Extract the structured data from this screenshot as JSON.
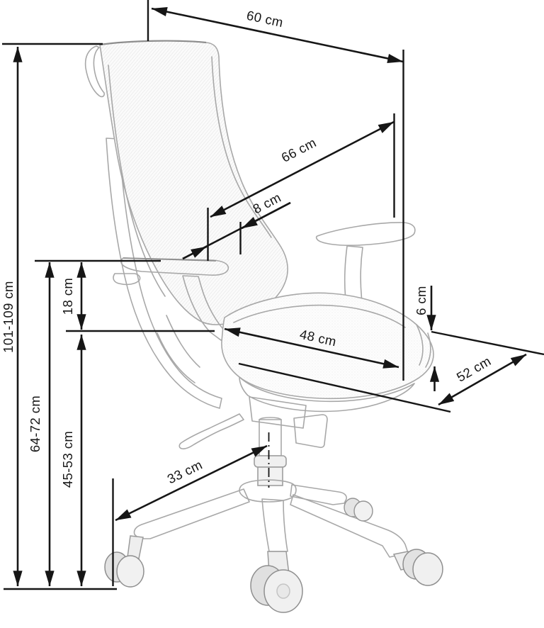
{
  "page": {
    "background": "#ffffff"
  },
  "style": {
    "dimension_color": "#161616",
    "chair_line_color": "#a8a8a8"
  },
  "dimensions": {
    "total_height": {
      "label": "101-109 cm"
    },
    "backrest_width": {
      "label": "60 cm"
    },
    "total_depth": {
      "label": "66 cm"
    },
    "headrest_offset": {
      "label": "8 cm"
    },
    "armrest_floor_height": {
      "label": "64-72 cm"
    },
    "armrest_seat_height": {
      "label": "18 cm"
    },
    "seat_floor_height": {
      "label": "45-53 cm"
    },
    "seat_width": {
      "label": "48 cm"
    },
    "cushion_thickness": {
      "label": "6 cm"
    },
    "seat_depth": {
      "label": "52 cm"
    },
    "base_arm_length": {
      "label": "33 cm"
    }
  }
}
